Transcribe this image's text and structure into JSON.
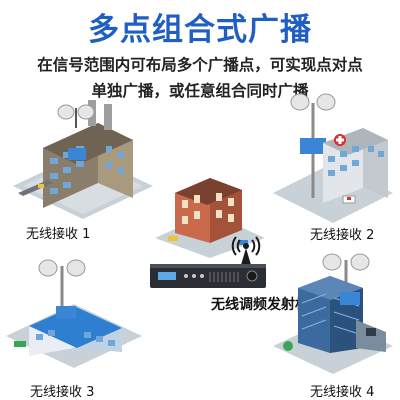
{
  "header": {
    "title": "多点组合式广播",
    "subtitle_line1": "在信号范围内可布局多个广播点，可实现点对点",
    "subtitle_line2": "单独广播，或任意组合同时广播"
  },
  "labels": {
    "receiver_1": "无线接收 1",
    "receiver_2": "无线接收 2",
    "receiver_3": "无线接收 3",
    "receiver_4": "无线接收 4",
    "transmitter": "无线调频发射机"
  },
  "colors": {
    "title": "#1f5fc4",
    "ground": "#c9d1d8",
    "road": "#6e737a",
    "speaker": "#e8e8e8",
    "device": "#2a2d33"
  }
}
